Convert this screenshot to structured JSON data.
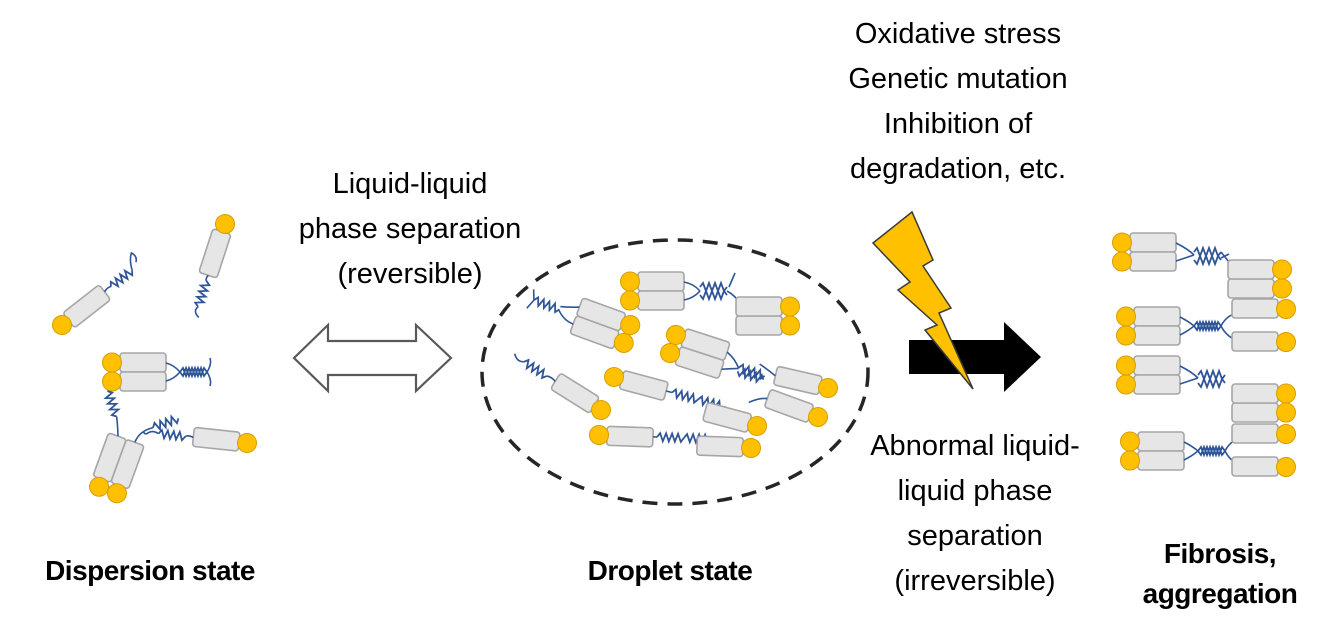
{
  "diagram": {
    "colors": {
      "head": "#FFC000",
      "head_stroke": "#D89E00",
      "body": "#E6E6E6",
      "body_stroke": "#A6A6A6",
      "tail": "#2F5597",
      "lightning": "#FFC000",
      "arrow_dark": "#000000",
      "dashed_boundary": "#262626"
    },
    "states": {
      "dispersion": "Dispersion state",
      "droplet": "Droplet state",
      "fibrosis_line1": "Fibrosis,",
      "fibrosis_line2": "aggregation"
    },
    "transitions": {
      "reversible": {
        "line1": "Liquid-liquid",
        "line2": "phase separation",
        "line3": "(reversible)"
      },
      "triggers": {
        "line1": "Oxidative stress",
        "line2": "Genetic mutation",
        "line3": "Inhibition of",
        "line4": "degradation, etc."
      },
      "irreversible": {
        "line1": "Abnormal liquid-",
        "line2": "liquid phase",
        "line3": "separation",
        "line4": "(irreversible)"
      }
    },
    "icons": {
      "double_arrow": "double-headed-arrow",
      "lightning": "lightning-bolt",
      "right_arrow": "right-arrow",
      "droplet_boundary": "dashed-ellipse",
      "protein": "protein-monomer"
    }
  }
}
